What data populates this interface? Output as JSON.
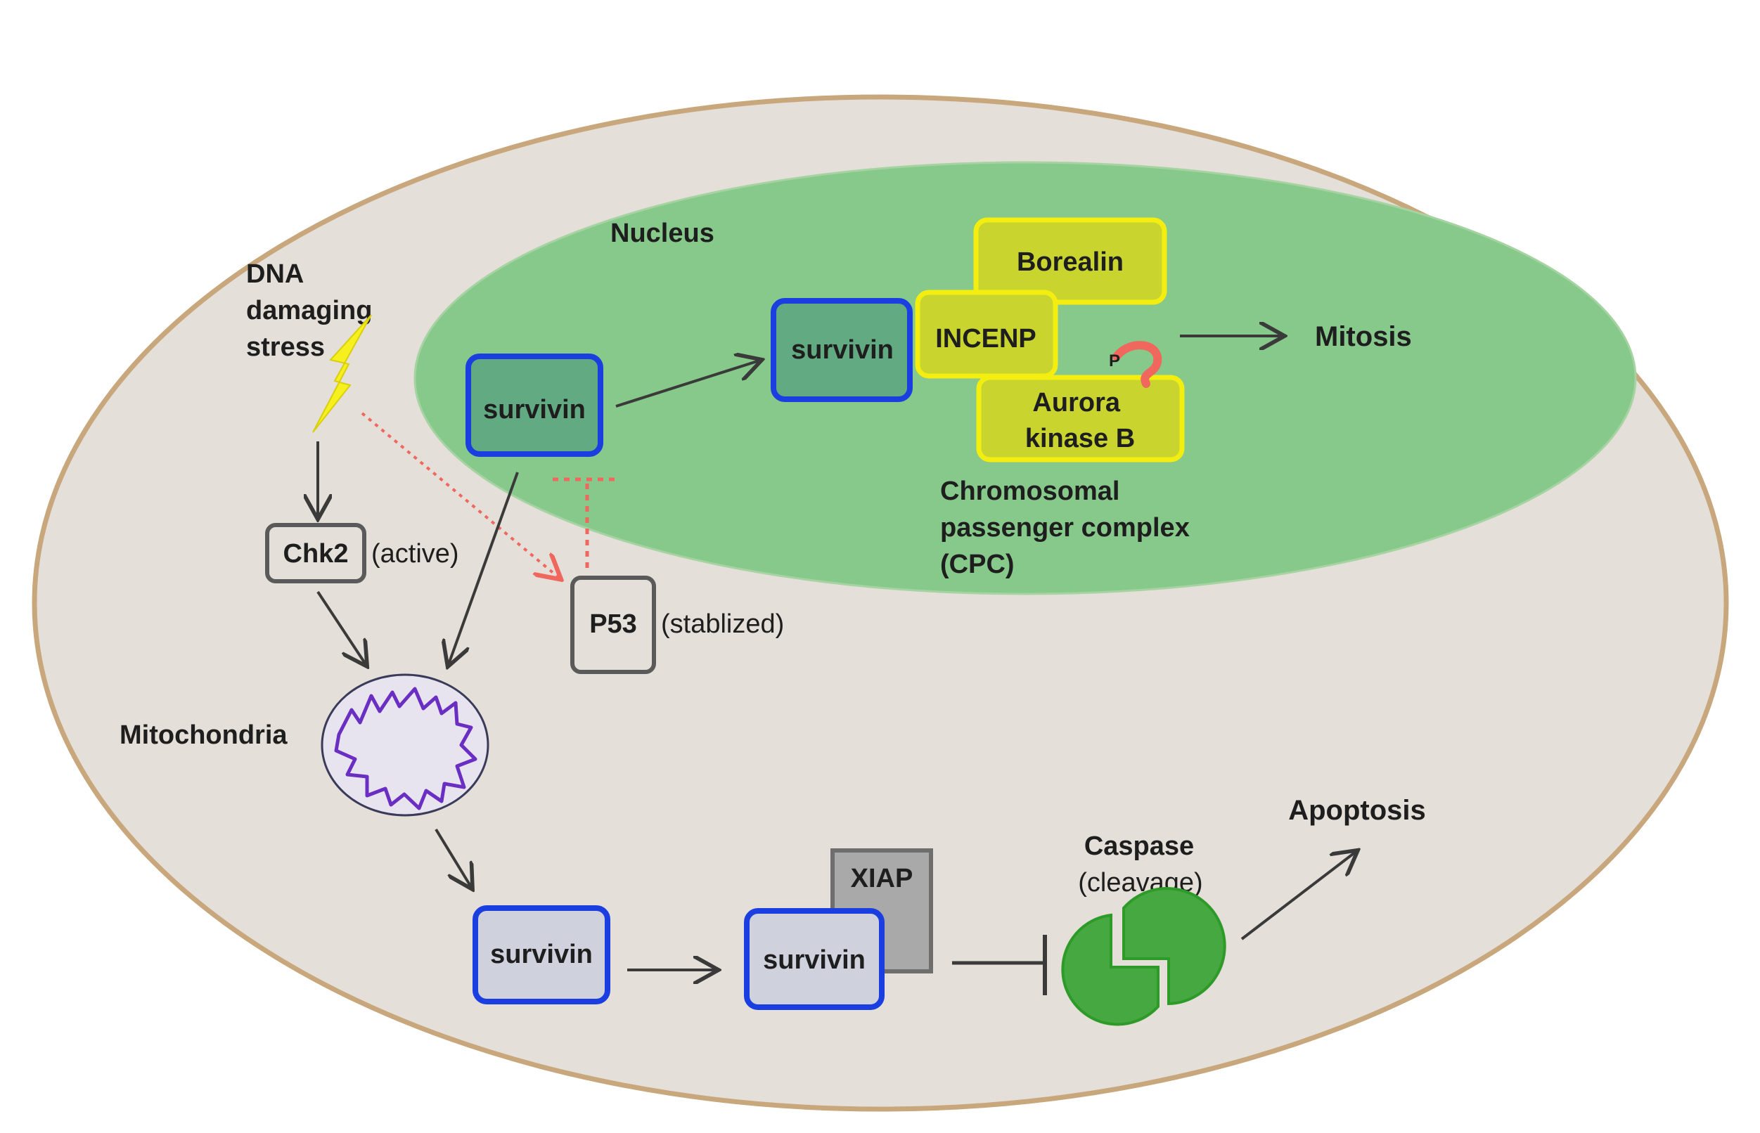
{
  "labels": {
    "nucleus": "Nucleus",
    "dna_stress": [
      "DNA",
      "damaging",
      "stress"
    ],
    "mitosis": "Mitosis",
    "mitochondria": "Mitochondria",
    "apoptosis": "Apoptosis",
    "cpc": [
      "Chromosomal",
      "passenger complex",
      "(CPC)"
    ],
    "chk2_state": "(active)",
    "p53_state": "(stablized)",
    "caspase": "Caspase",
    "caspase_state": "(cleavage)",
    "phospho": "P"
  },
  "nodes": {
    "survivin_nucleus": "survivin",
    "survivin_cpc": "survivin",
    "survivin_mito": "survivin",
    "survivin_xiap": "survivin",
    "borealin": "Borealin",
    "incenp": "INCENP",
    "aurora_b": [
      "Aurora",
      "kinase B"
    ],
    "chk2": "Chk2",
    "p53": "P53",
    "xiap": "XIAP"
  },
  "colors": {
    "cell": "#e4dfd8",
    "cell_border": "#c9a77d",
    "nucleus": "#86c98a",
    "survivin_border": "#1a3ee0",
    "cpc_fill": "#c9d52e",
    "cpc_border": "#f4ee10",
    "inhibition": "#f0675d",
    "caspase": "#45a840",
    "lightning": "#f5f01e"
  }
}
